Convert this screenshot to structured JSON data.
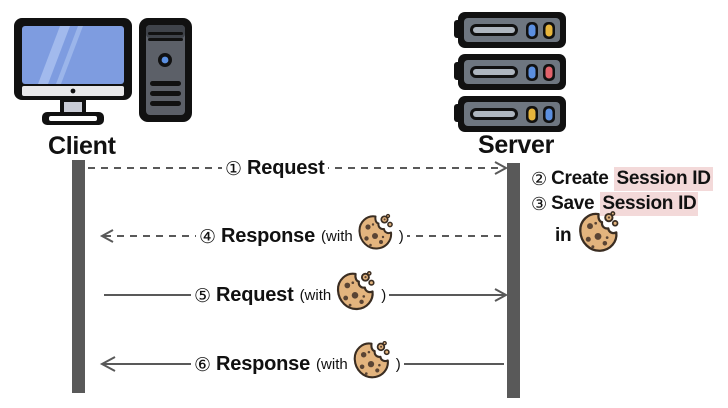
{
  "diagram": {
    "title": "Cookie / Session ID sequence diagram",
    "actors": [
      {
        "id": "client",
        "label": "Client",
        "icon": "desktop-computer-icon"
      },
      {
        "id": "server",
        "label": "Server",
        "icon": "server-rack-icon"
      }
    ],
    "messages": [
      {
        "number": "①",
        "label": "Request",
        "with_prefix": "",
        "close_paren": "",
        "has_cookie": false,
        "style": "dashed",
        "direction": "right",
        "from": "client",
        "to": "server"
      },
      {
        "number": "④",
        "label": "Response",
        "with_prefix": "(with",
        "close_paren": ")",
        "has_cookie": true,
        "style": "dashed",
        "direction": "left",
        "from": "server",
        "to": "client"
      },
      {
        "number": "⑤",
        "label": "Request",
        "with_prefix": "(with",
        "close_paren": ")",
        "has_cookie": true,
        "style": "solid",
        "direction": "right",
        "from": "client",
        "to": "server"
      },
      {
        "number": "⑥",
        "label": "Response",
        "with_prefix": "(with",
        "close_paren": ")",
        "has_cookie": true,
        "style": "solid",
        "direction": "left",
        "from": "server",
        "to": "client"
      }
    ],
    "server_notes": [
      {
        "number": "②",
        "text_before": "Create",
        "highlight": "Session ID",
        "text_after": "",
        "has_cookie": false
      },
      {
        "number": "③",
        "text_before": "Save",
        "highlight": "Session ID",
        "text_after": "",
        "has_cookie": false
      },
      {
        "number": "",
        "text_before": "in",
        "highlight": "",
        "text_after": "",
        "has_cookie": true
      }
    ],
    "colors": {
      "background": "#ffffff",
      "lifeline": "#595959",
      "arrow": "#595959",
      "text": "#111111",
      "highlight": "#f3d9d9",
      "cookie_body": "#e3b47e",
      "cookie_outline": "#3a2d22",
      "cookie_chip": "#5a4434",
      "monitor_screen": "#7e9ce0",
      "tower_body": "#5c6068",
      "server_body": "#6e7680",
      "led_blue": "#5b8fe0",
      "led_yellow": "#e8b63c",
      "led_red": "#e2626b"
    }
  }
}
